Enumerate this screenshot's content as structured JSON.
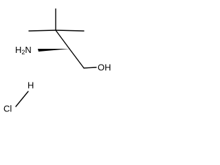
{
  "structure": {
    "atoms": {
      "amine": {
        "element": "H",
        "subscript": "2",
        "trailing": "N"
      },
      "hydroxyl": "OH",
      "chlorine": "Cl",
      "hydrogen": "H"
    }
  }
}
